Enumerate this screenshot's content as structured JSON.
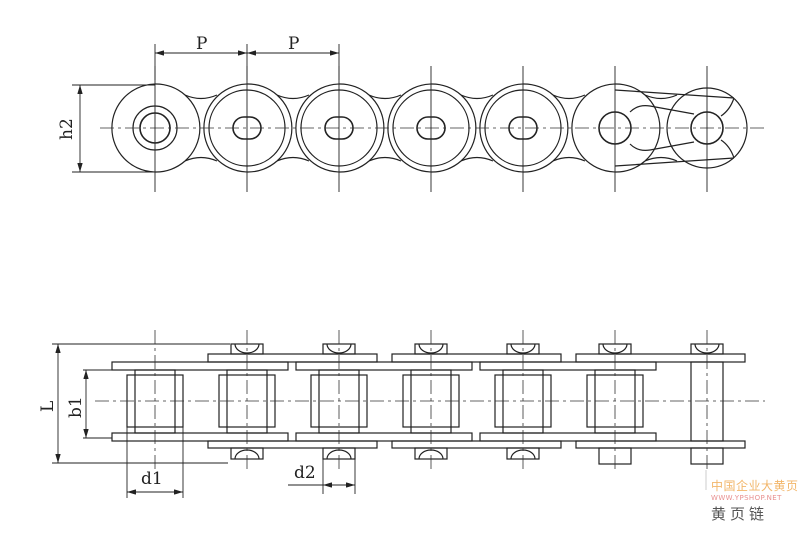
{
  "title": "Roller chain drawing",
  "labels": {
    "pitch_1": "P",
    "pitch_2": "P",
    "plate_height": "h2",
    "overall_width": "L",
    "inner_width": "b1",
    "roller_diameter": "d1",
    "pin_diameter": "d2"
  },
  "watermark": {
    "line1": "中国企业大黄页",
    "line2": "WWW.YPSHOP.NET",
    "line3": "黄页链"
  }
}
